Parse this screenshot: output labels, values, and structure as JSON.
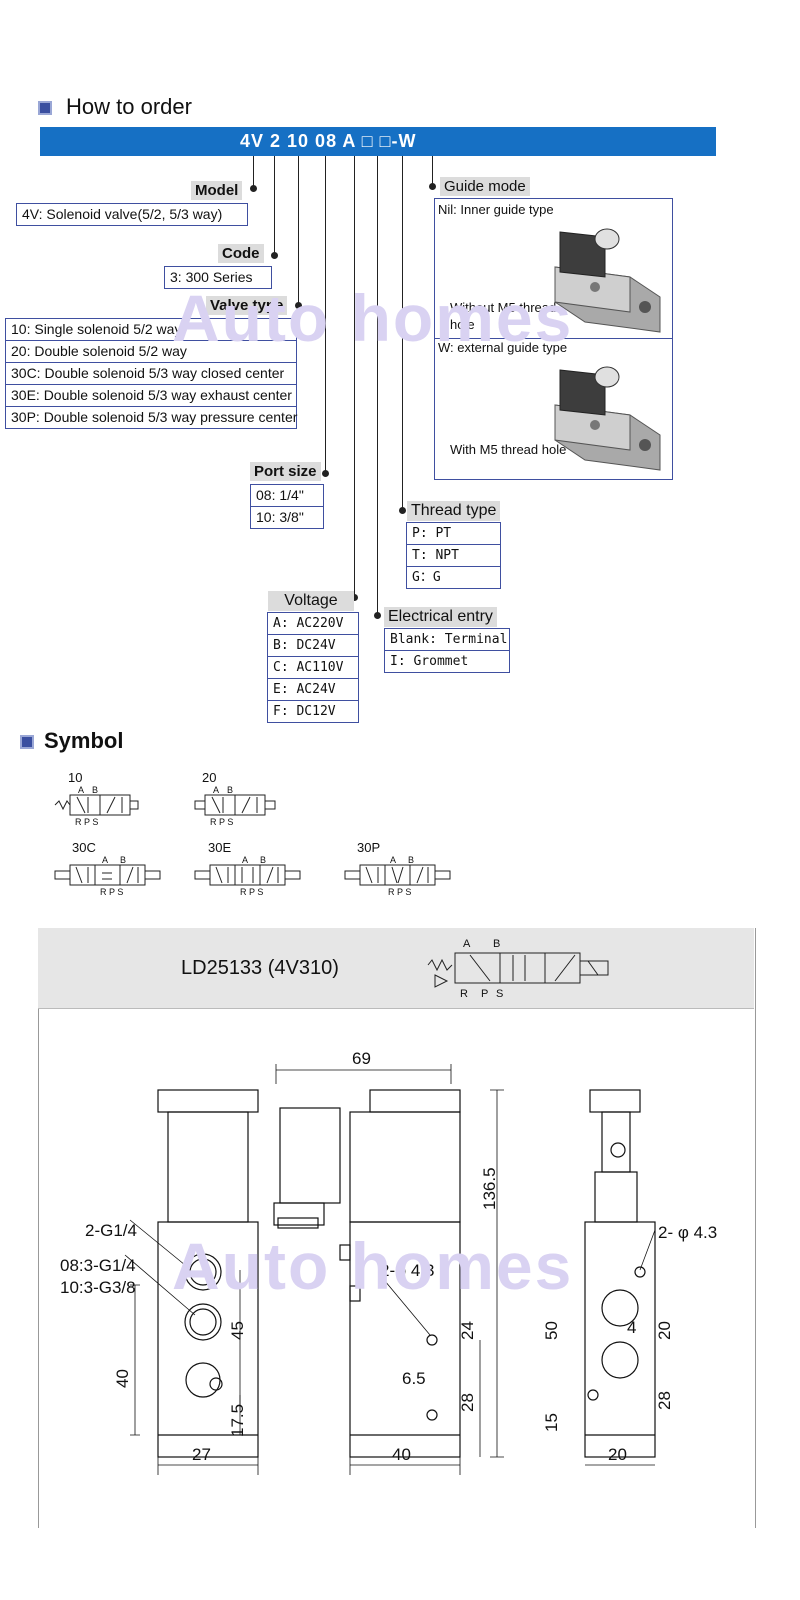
{
  "how_to_order": {
    "heading": "How to order",
    "order_code": "4V 2 10 08 A □ □-W"
  },
  "model": {
    "label": "Model",
    "rows": [
      "4V: Solenoid valve(5/2, 5/3 way)"
    ]
  },
  "code": {
    "label": "Code",
    "rows": [
      "3: 300 Series"
    ]
  },
  "valve_type": {
    "label": "Valve type",
    "rows": [
      "10: Single solenoid 5/2 way",
      "20: Double solenoid 5/2 way",
      "30C: Double solenoid 5/3 way closed center",
      "30E: Double solenoid 5/3 way exhaust center",
      "30P: Double solenoid 5/3 way pressure center"
    ]
  },
  "port_size": {
    "label": "Port size",
    "rows": [
      "08: 1/4\"",
      "10: 3/8\""
    ]
  },
  "guide_mode": {
    "label": "Guide mode",
    "inner_title": "Nil: Inner guide type",
    "inner_caption": "Without M5 thread hole",
    "external_title": "W: external guide type",
    "external_caption": "With M5 thread hole"
  },
  "thread_type": {
    "label": "Thread type",
    "rows": [
      "P: PT",
      "T: NPT",
      "G：G"
    ]
  },
  "voltage": {
    "label": "Voltage",
    "rows": [
      "A: AC220V",
      "B: DC24V",
      "C: AC110V",
      "E: AC24V",
      "F: DC12V"
    ]
  },
  "electrical_entry": {
    "label": "Electrical entry",
    "rows": [
      "Blank: Terminal",
      "I: Grommet"
    ]
  },
  "symbol": {
    "heading": "Symbol",
    "items": [
      "10",
      "20",
      "30C",
      "30E",
      "30P"
    ],
    "ports_top": "A B",
    "ports_bottom": "R P S"
  },
  "drawing": {
    "title": "LD25133 (4V310)",
    "symbol_ports_top": [
      "A",
      "B"
    ],
    "symbol_ports_bottom": [
      "R",
      "P",
      "S"
    ],
    "dims": {
      "width_side": "69",
      "height_total": "136.5",
      "port_2": "2-G1/4",
      "port_08": "08:3-G1/4",
      "port_10": "10:3-G3/8",
      "hole_mid": "2-φ 4.3",
      "hole_right": "2- φ 4.3",
      "d45": "45",
      "d40v": "40",
      "d175": "17.5",
      "d27": "27",
      "d24": "24",
      "d65": "6.5",
      "d28": "28",
      "d40h": "40",
      "d50": "50",
      "d4": "4",
      "d20v": "20",
      "d15": "15",
      "d28r": "28",
      "d20h": "20"
    }
  },
  "watermark": "Auto homes",
  "colors": {
    "bar": "#1670c4",
    "frame": "#3f4fa0",
    "watermark": "#d9d2f2"
  }
}
